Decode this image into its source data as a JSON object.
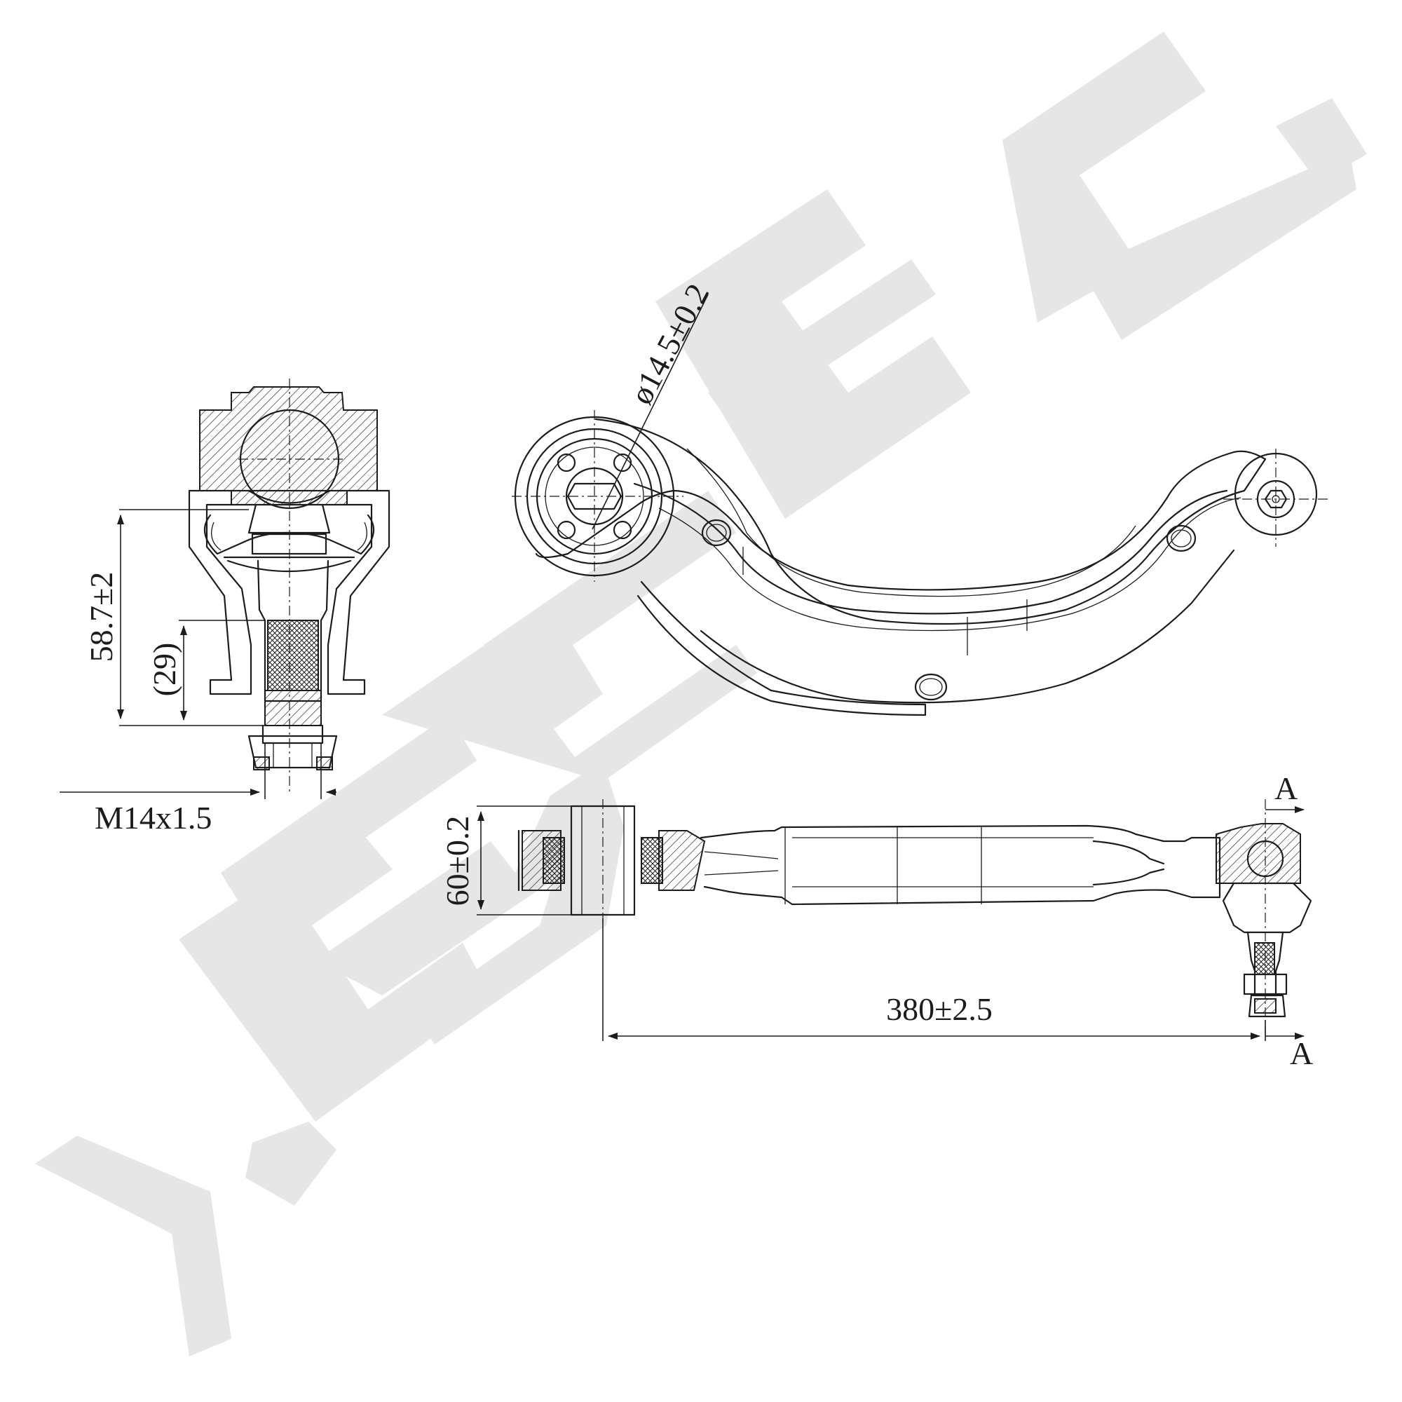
{
  "watermark": {
    "text": "ZENNEK",
    "color": "#e6e6e6"
  },
  "ink_color": "#1c1c1c",
  "dimensions": {
    "ball_joint_height": "58.7±2",
    "thread_length": "(29)",
    "thread_spec": "M14x1.5",
    "bushing_bore": "ø14.5±0.2",
    "bushing_width": "60±0.2",
    "center_distance": "380±2.5",
    "section_top": "A",
    "section_bottom": "A"
  },
  "views": [
    "ball-joint-section",
    "arm-top-view",
    "arm-side-view"
  ]
}
